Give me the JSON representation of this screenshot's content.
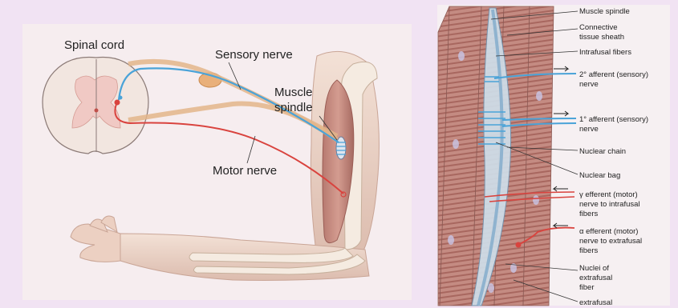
{
  "left_panel": {
    "spinal_cord": "Spinal cord",
    "sensory_nerve": "Sensory nerve",
    "muscle_spindle_line1": "Muscle",
    "muscle_spindle_line2": "spindle",
    "motor_nerve": "Motor nerve"
  },
  "right_panel": {
    "muscle_spindle": "Muscle spindle",
    "connective_tissue_sheath_l1": "Connective",
    "connective_tissue_sheath_l2": "tissue sheath",
    "intrafusal_fibers": "Intrafusal fibers",
    "secondary_afferent_l1": "2° afferent (sensory)",
    "secondary_afferent_l2": "nerve",
    "primary_afferent_l1": "1° afferent (sensory)",
    "primary_afferent_l2": "nerve",
    "nuclear_chain": "Nuclear chain",
    "nuclear_bag": "Nuclear bag",
    "gamma_efferent_l1": "γ efferent (motor)",
    "gamma_efferent_l2": "nerve to intrafusal",
    "gamma_efferent_l3": "fibers",
    "alpha_efferent_l1": "α efferent (motor)",
    "alpha_efferent_l2": "nerve to extrafusal",
    "alpha_efferent_l3": "fibers",
    "nuclei_l1": "Nuclei of",
    "nuclei_l2": "extrafusal",
    "nuclei_l3": "fiber",
    "extrafusal": "extrafusal"
  },
  "colors": {
    "sensory": "#4aa3d8",
    "motor": "#d9433e",
    "muscle": "#c98f86",
    "bone": "#efe2d6",
    "skin": "#ecd3c6",
    "background": "#f1e3f3"
  }
}
